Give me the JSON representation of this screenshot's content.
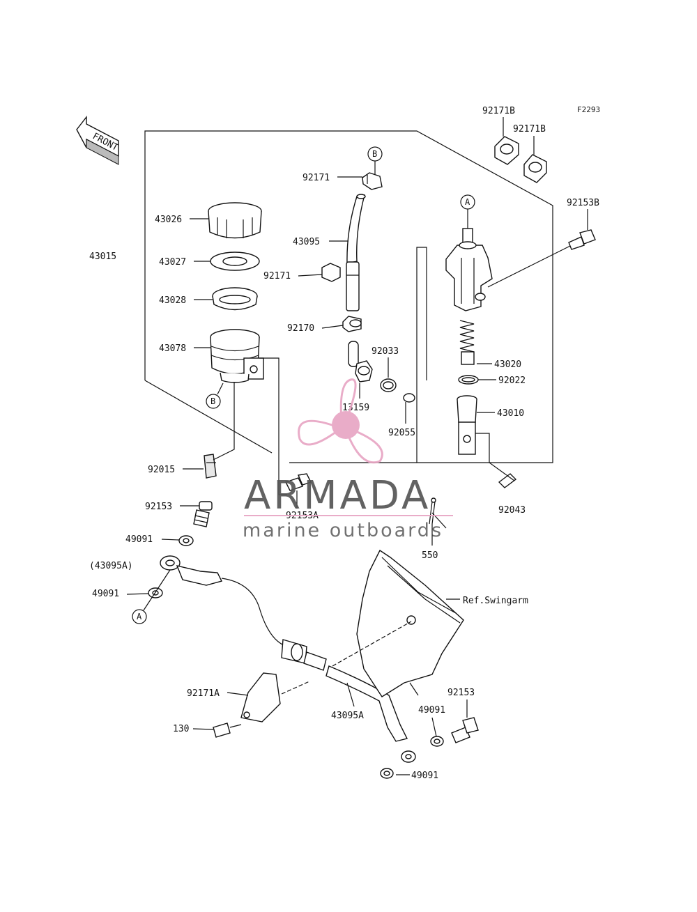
{
  "diagram": {
    "code": "F2293",
    "front_label": "FRONT",
    "labels": {
      "p43015": "43015",
      "p43026": "43026",
      "p43027": "43027",
      "p43028": "43028",
      "p43078": "43078",
      "p92015": "92015",
      "p92153": "92153",
      "p49091_a": "49091",
      "p43095A_paren": "(43095A)",
      "p49091_b": "49091",
      "p92171_top": "92171",
      "p43095": "43095",
      "p92171_mid": "92171",
      "p92170": "92170",
      "p92033": "92033",
      "p13159": "13159",
      "p92055": "92055",
      "p92153A": "92153A",
      "p92171B_1": "92171B",
      "p92171B_2": "92171B",
      "p92153B": "92153B",
      "p43020": "43020",
      "p92022": "92022",
      "p43010": "43010",
      "p92043": "92043",
      "p550": "550",
      "ref_swingarm": "Ref.Swingarm",
      "p92171A": "92171A",
      "p130": "130",
      "p43095A": "43095A",
      "p49091_c": "49091",
      "p92153_r": "92153",
      "p49091_d": "49091"
    },
    "callouts": {
      "a_top": "A",
      "b_top": "B",
      "b_left": "B",
      "a_left": "A"
    }
  },
  "watermark": {
    "brand": "ARMADA",
    "tagline": "marine outboards",
    "accent_color": "#e8a6c4",
    "logo": "propeller-logo"
  }
}
